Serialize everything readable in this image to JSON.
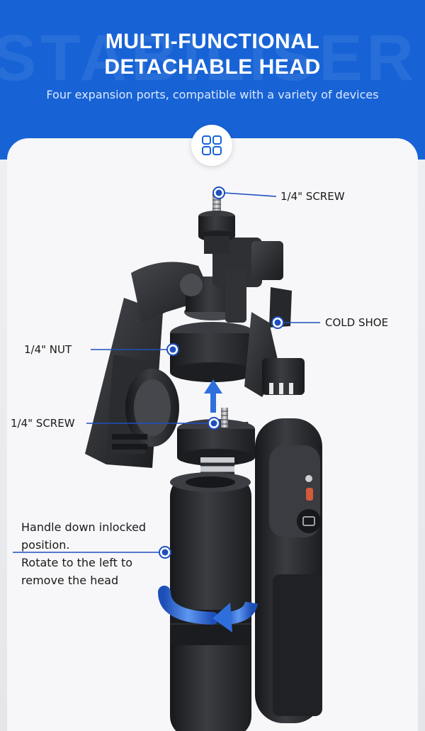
{
  "header": {
    "background_text": "STABILISER",
    "title_line1": "MULTI-FUNCTIONAL",
    "title_line2": "DETACHABLE HEAD",
    "subtitle": "Four expansion ports, compatible with a variety of devices"
  },
  "badge": {
    "icon": "grid-icon"
  },
  "callouts": {
    "top_screw": "1/4\" SCREW",
    "cold_shoe": "COLD SHOE",
    "nut": "1/4\" NUT",
    "mid_screw": "1/4\" SCREW"
  },
  "note": {
    "line1": "Handle down inlocked",
    "line2": "position.",
    "line3": "Rotate to the left to",
    "line4": "remove the head"
  },
  "colors": {
    "brand_blue": "#1763d6",
    "arrow_blue": "#2f6fdc",
    "device_dark": "#2b2d31"
  }
}
